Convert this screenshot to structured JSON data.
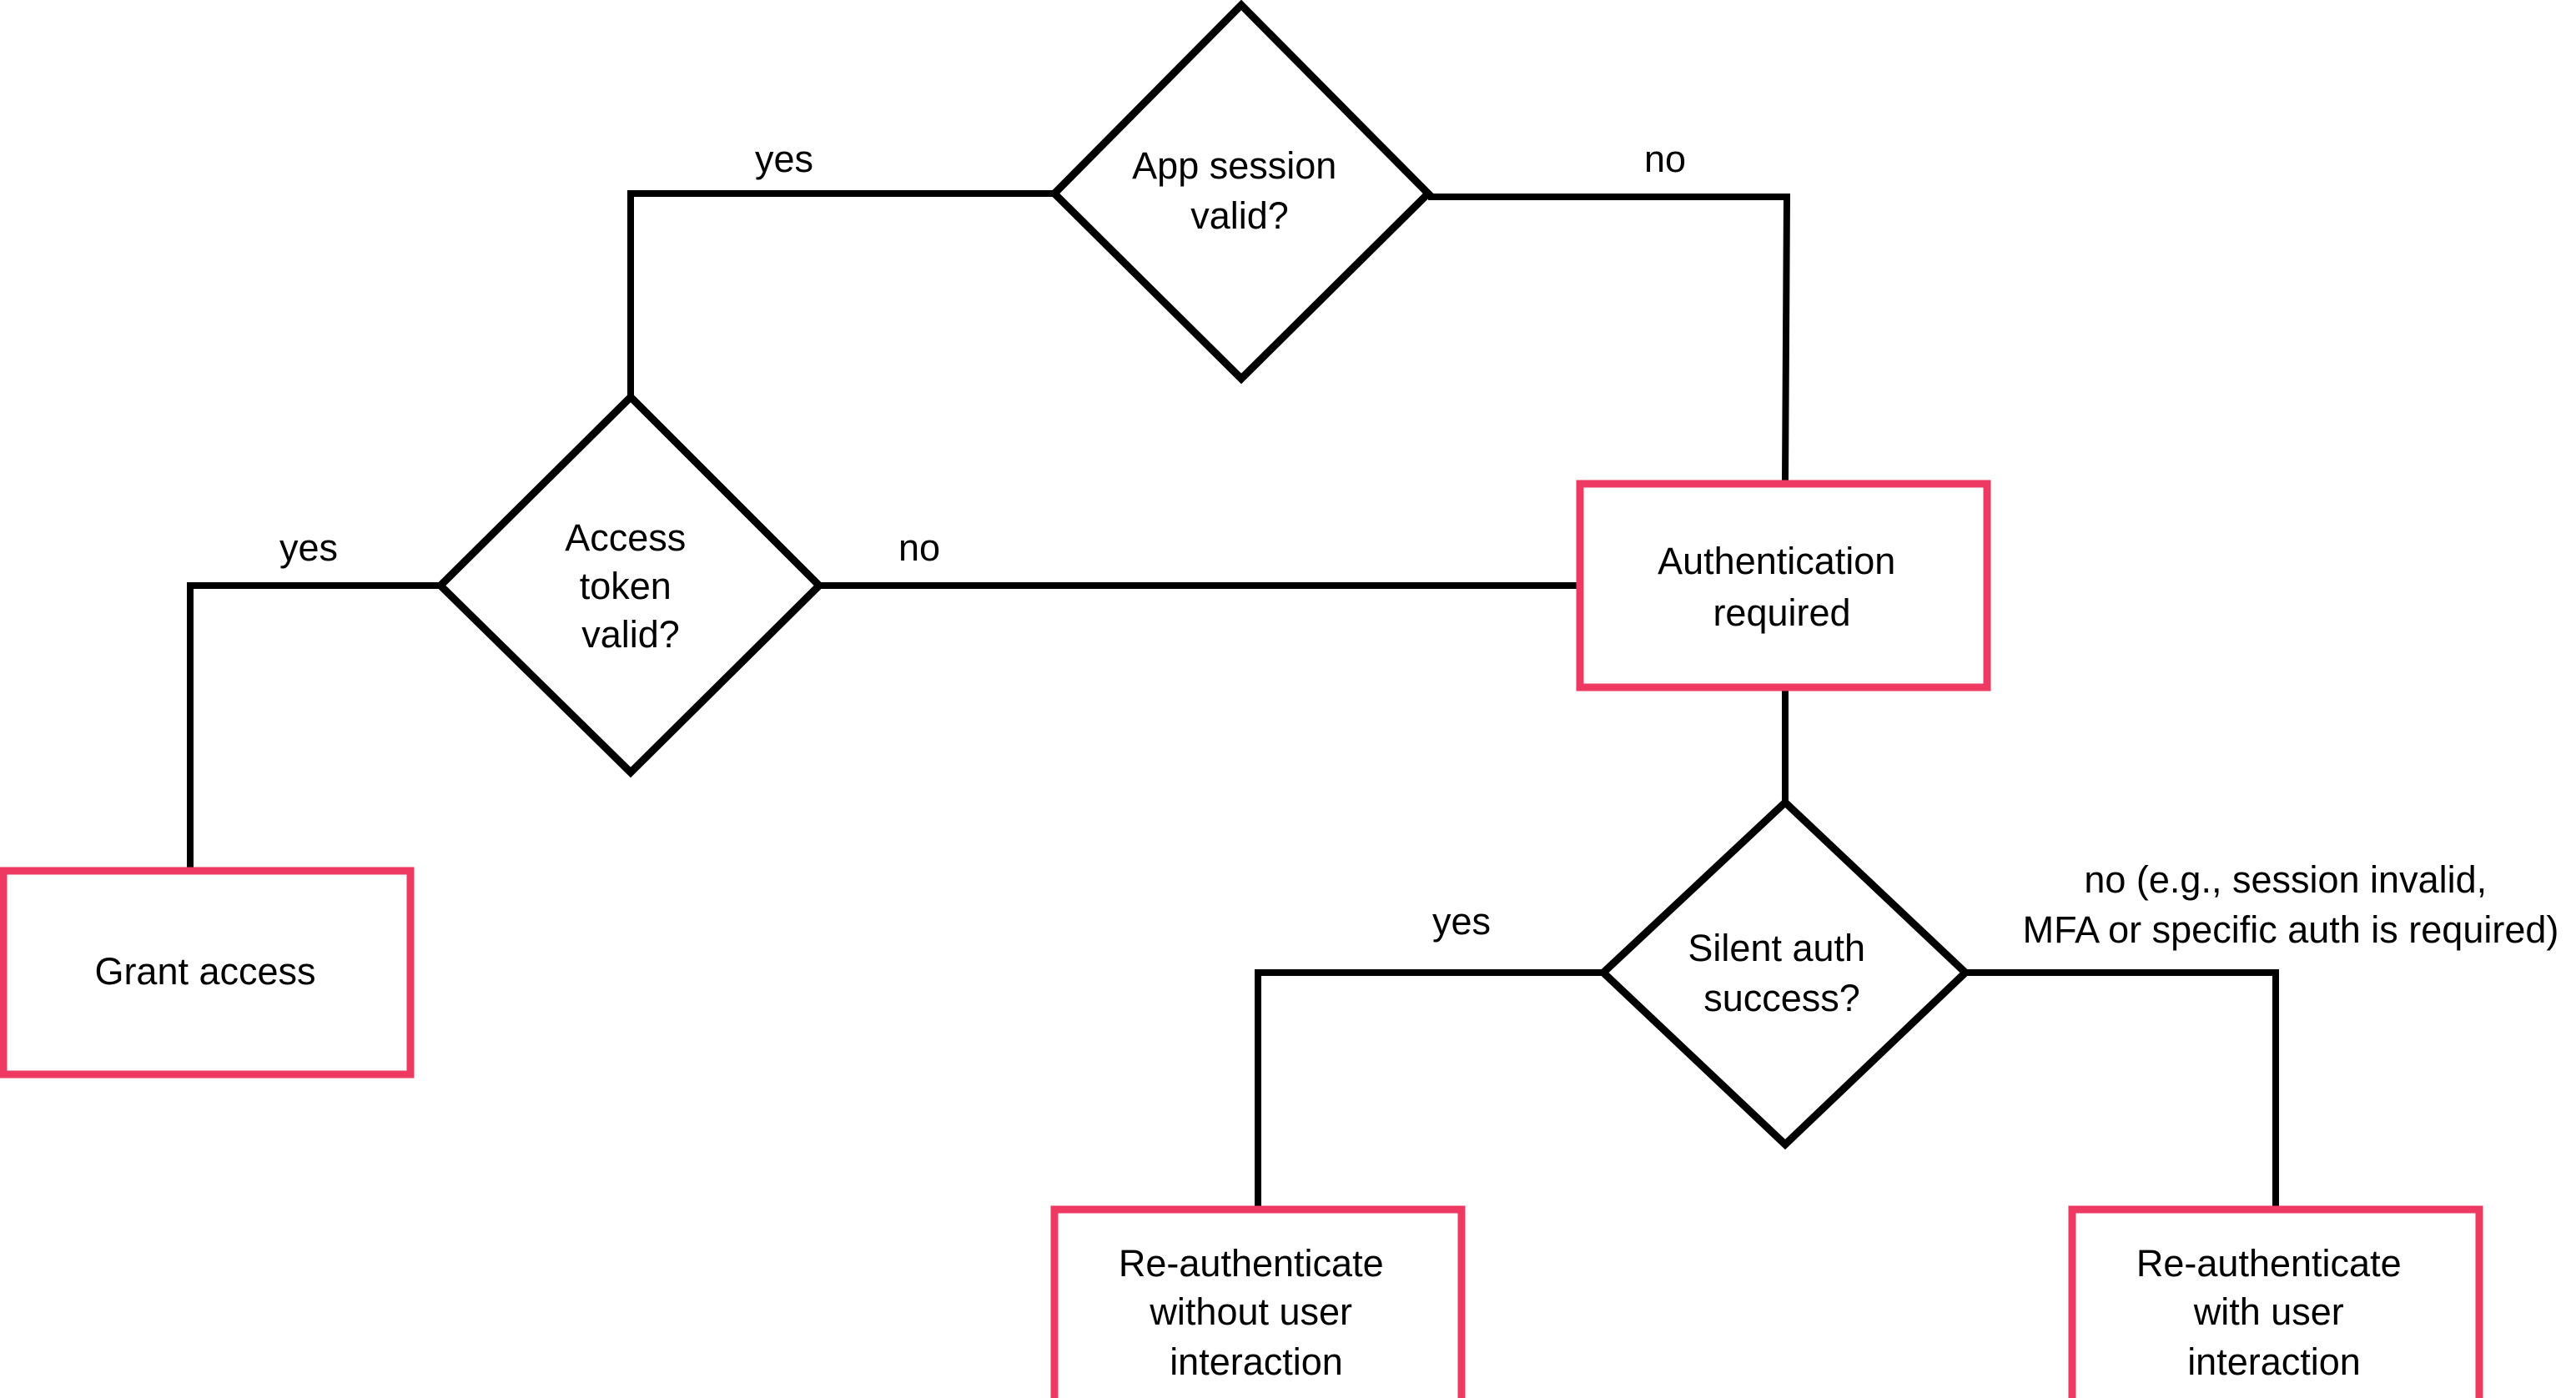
{
  "colors": {
    "terminal_border": "#EE3A63",
    "line": "#000000",
    "background": "#FFFFFF"
  },
  "nodes": {
    "app_session": {
      "lines": [
        "App session",
        "valid?"
      ]
    },
    "access_token": {
      "lines": [
        "Access",
        "token",
        "valid?"
      ]
    },
    "auth_required": {
      "lines": [
        "Authentication",
        "required"
      ]
    },
    "silent_auth": {
      "lines": [
        "Silent auth",
        "success?"
      ]
    },
    "grant_access": {
      "lines": [
        "Grant access"
      ]
    },
    "reauth_silent": {
      "lines": [
        "Re-authenticate",
        "without user",
        "interaction"
      ]
    },
    "reauth_interactive": {
      "lines": [
        "Re-authenticate",
        "with user",
        "interaction"
      ]
    }
  },
  "edges": {
    "session_yes": {
      "label": "yes"
    },
    "session_no": {
      "label": "no"
    },
    "token_yes": {
      "label": "yes"
    },
    "token_no": {
      "label": "no"
    },
    "silent_yes": {
      "label": "yes"
    },
    "silent_no": {
      "lines": [
        "no (e.g., session invalid,",
        "MFA or specific auth is required)"
      ]
    }
  }
}
